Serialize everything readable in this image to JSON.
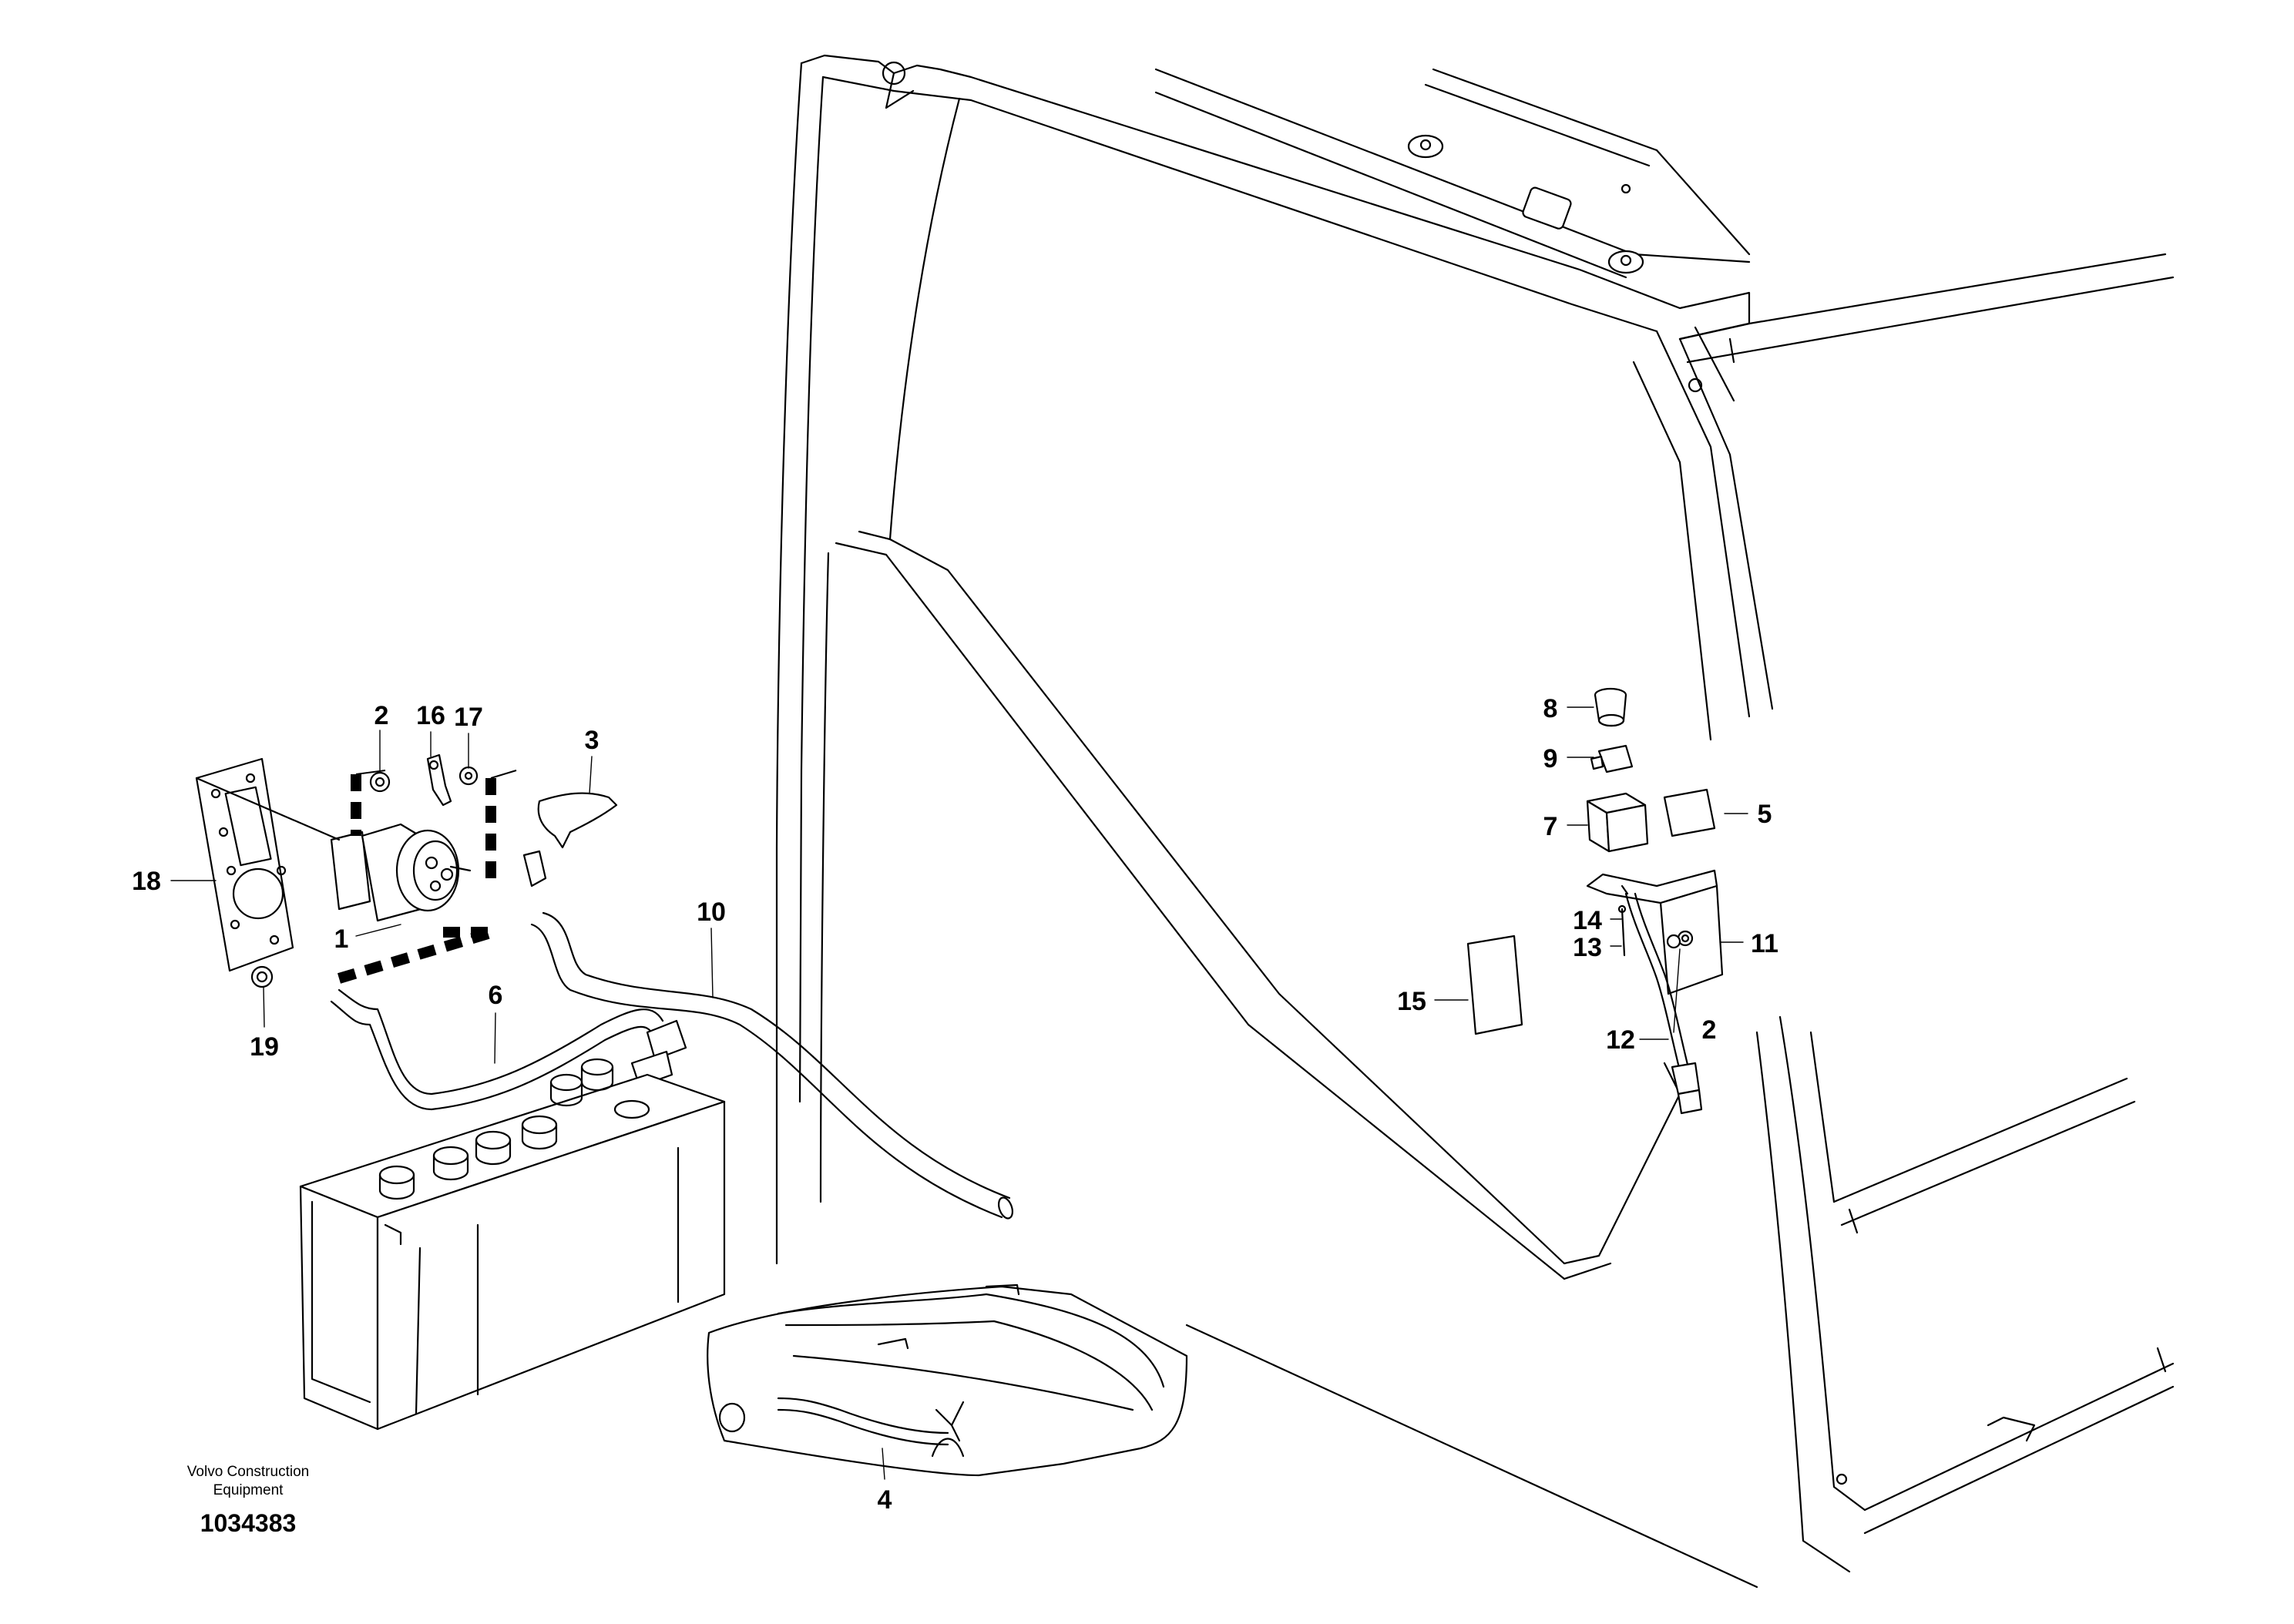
{
  "diagram": {
    "type": "exploded parts diagram",
    "credit_line1": "Volvo Construction",
    "credit_line2": "Equipment",
    "document_number": "1034383"
  },
  "callouts": {
    "c1": "1",
    "c2a": "2",
    "c2b": "2",
    "c3": "3",
    "c4": "4",
    "c5": "5",
    "c6": "6",
    "c7": "7",
    "c8": "8",
    "c9": "9",
    "c10": "10",
    "c11": "11",
    "c12": "12",
    "c13": "13",
    "c14": "14",
    "c15": "15",
    "c16": "16",
    "c17": "17",
    "c18": "18",
    "c19": "19"
  }
}
